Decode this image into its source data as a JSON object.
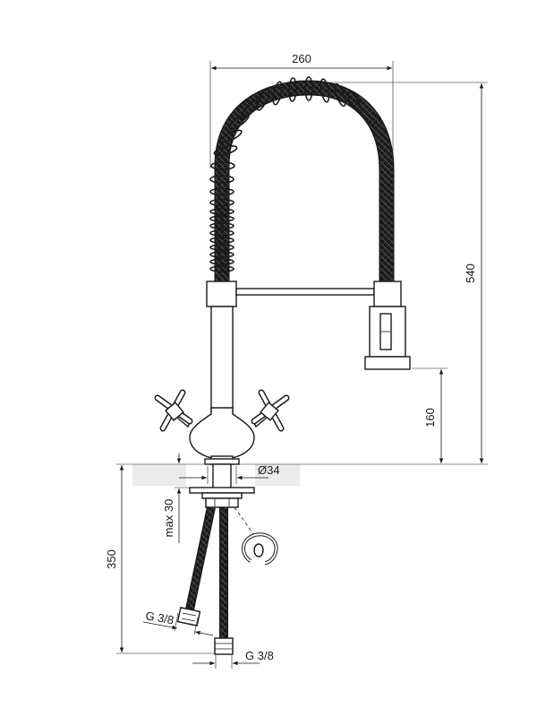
{
  "dimensions": {
    "spout_reach": "260",
    "total_height": "540",
    "outlet_height": "160",
    "hole_diameter": "Ø34",
    "max_thickness": "max 30",
    "hose_length": "350",
    "thread_hose": "G 3/8",
    "thread_bottom": "G 3/8"
  }
}
